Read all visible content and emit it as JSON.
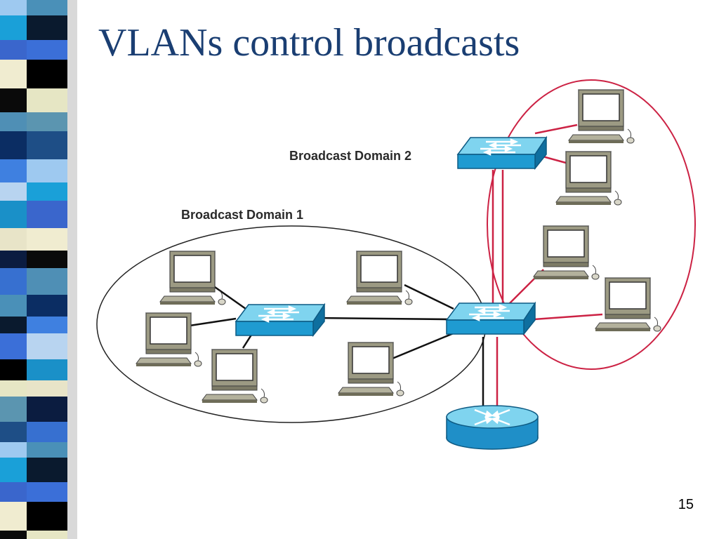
{
  "slide": {
    "title": "VLANs control broadcasts",
    "page_number": "15"
  },
  "diagram": {
    "domain_1_label": "Broadcast Domain 1",
    "domain_2_label": "Broadcast Domain 2"
  },
  "colors": {
    "title": "#1a3e72",
    "domain_2_links": "#cc2244",
    "switch_face": "#1f9bd1",
    "router_body": "#1f8fc8"
  },
  "icons": {
    "workstation": "workstation-icon",
    "switch": "switch-icon",
    "router": "router-icon"
  }
}
